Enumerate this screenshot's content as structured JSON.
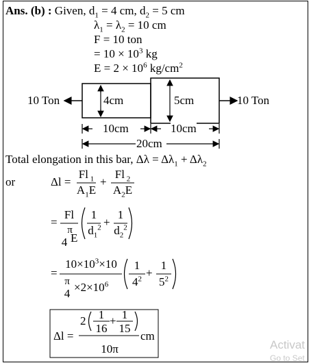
{
  "answer": {
    "label": "Ans. (b) :",
    "given_word": "Given,",
    "d1": "4 cm",
    "d2": "5 cm",
    "lambda_eq": "= 10 cm",
    "F_eq": "F = 10 ton",
    "F_kg": "= 10 × 10",
    "F_kg_exp": "3",
    "F_kg_unit": "kg",
    "E_eq": "E = 2 × 10",
    "E_exp": "6",
    "E_unit": "kg/cm",
    "E_unit_exp": "2"
  },
  "diagram": {
    "left_force": "10 Ton",
    "right_force": "10 Ton",
    "small_dia": "4cm",
    "large_dia": "5cm",
    "len1": "10cm",
    "len2": "10cm",
    "total_len": "20cm"
  },
  "text": {
    "total_elongation": "Total elongation in this bar, Δλ = Δλ",
    "or": "or"
  },
  "watermark": {
    "line1": "Activat",
    "line2": "Go to Set"
  }
}
